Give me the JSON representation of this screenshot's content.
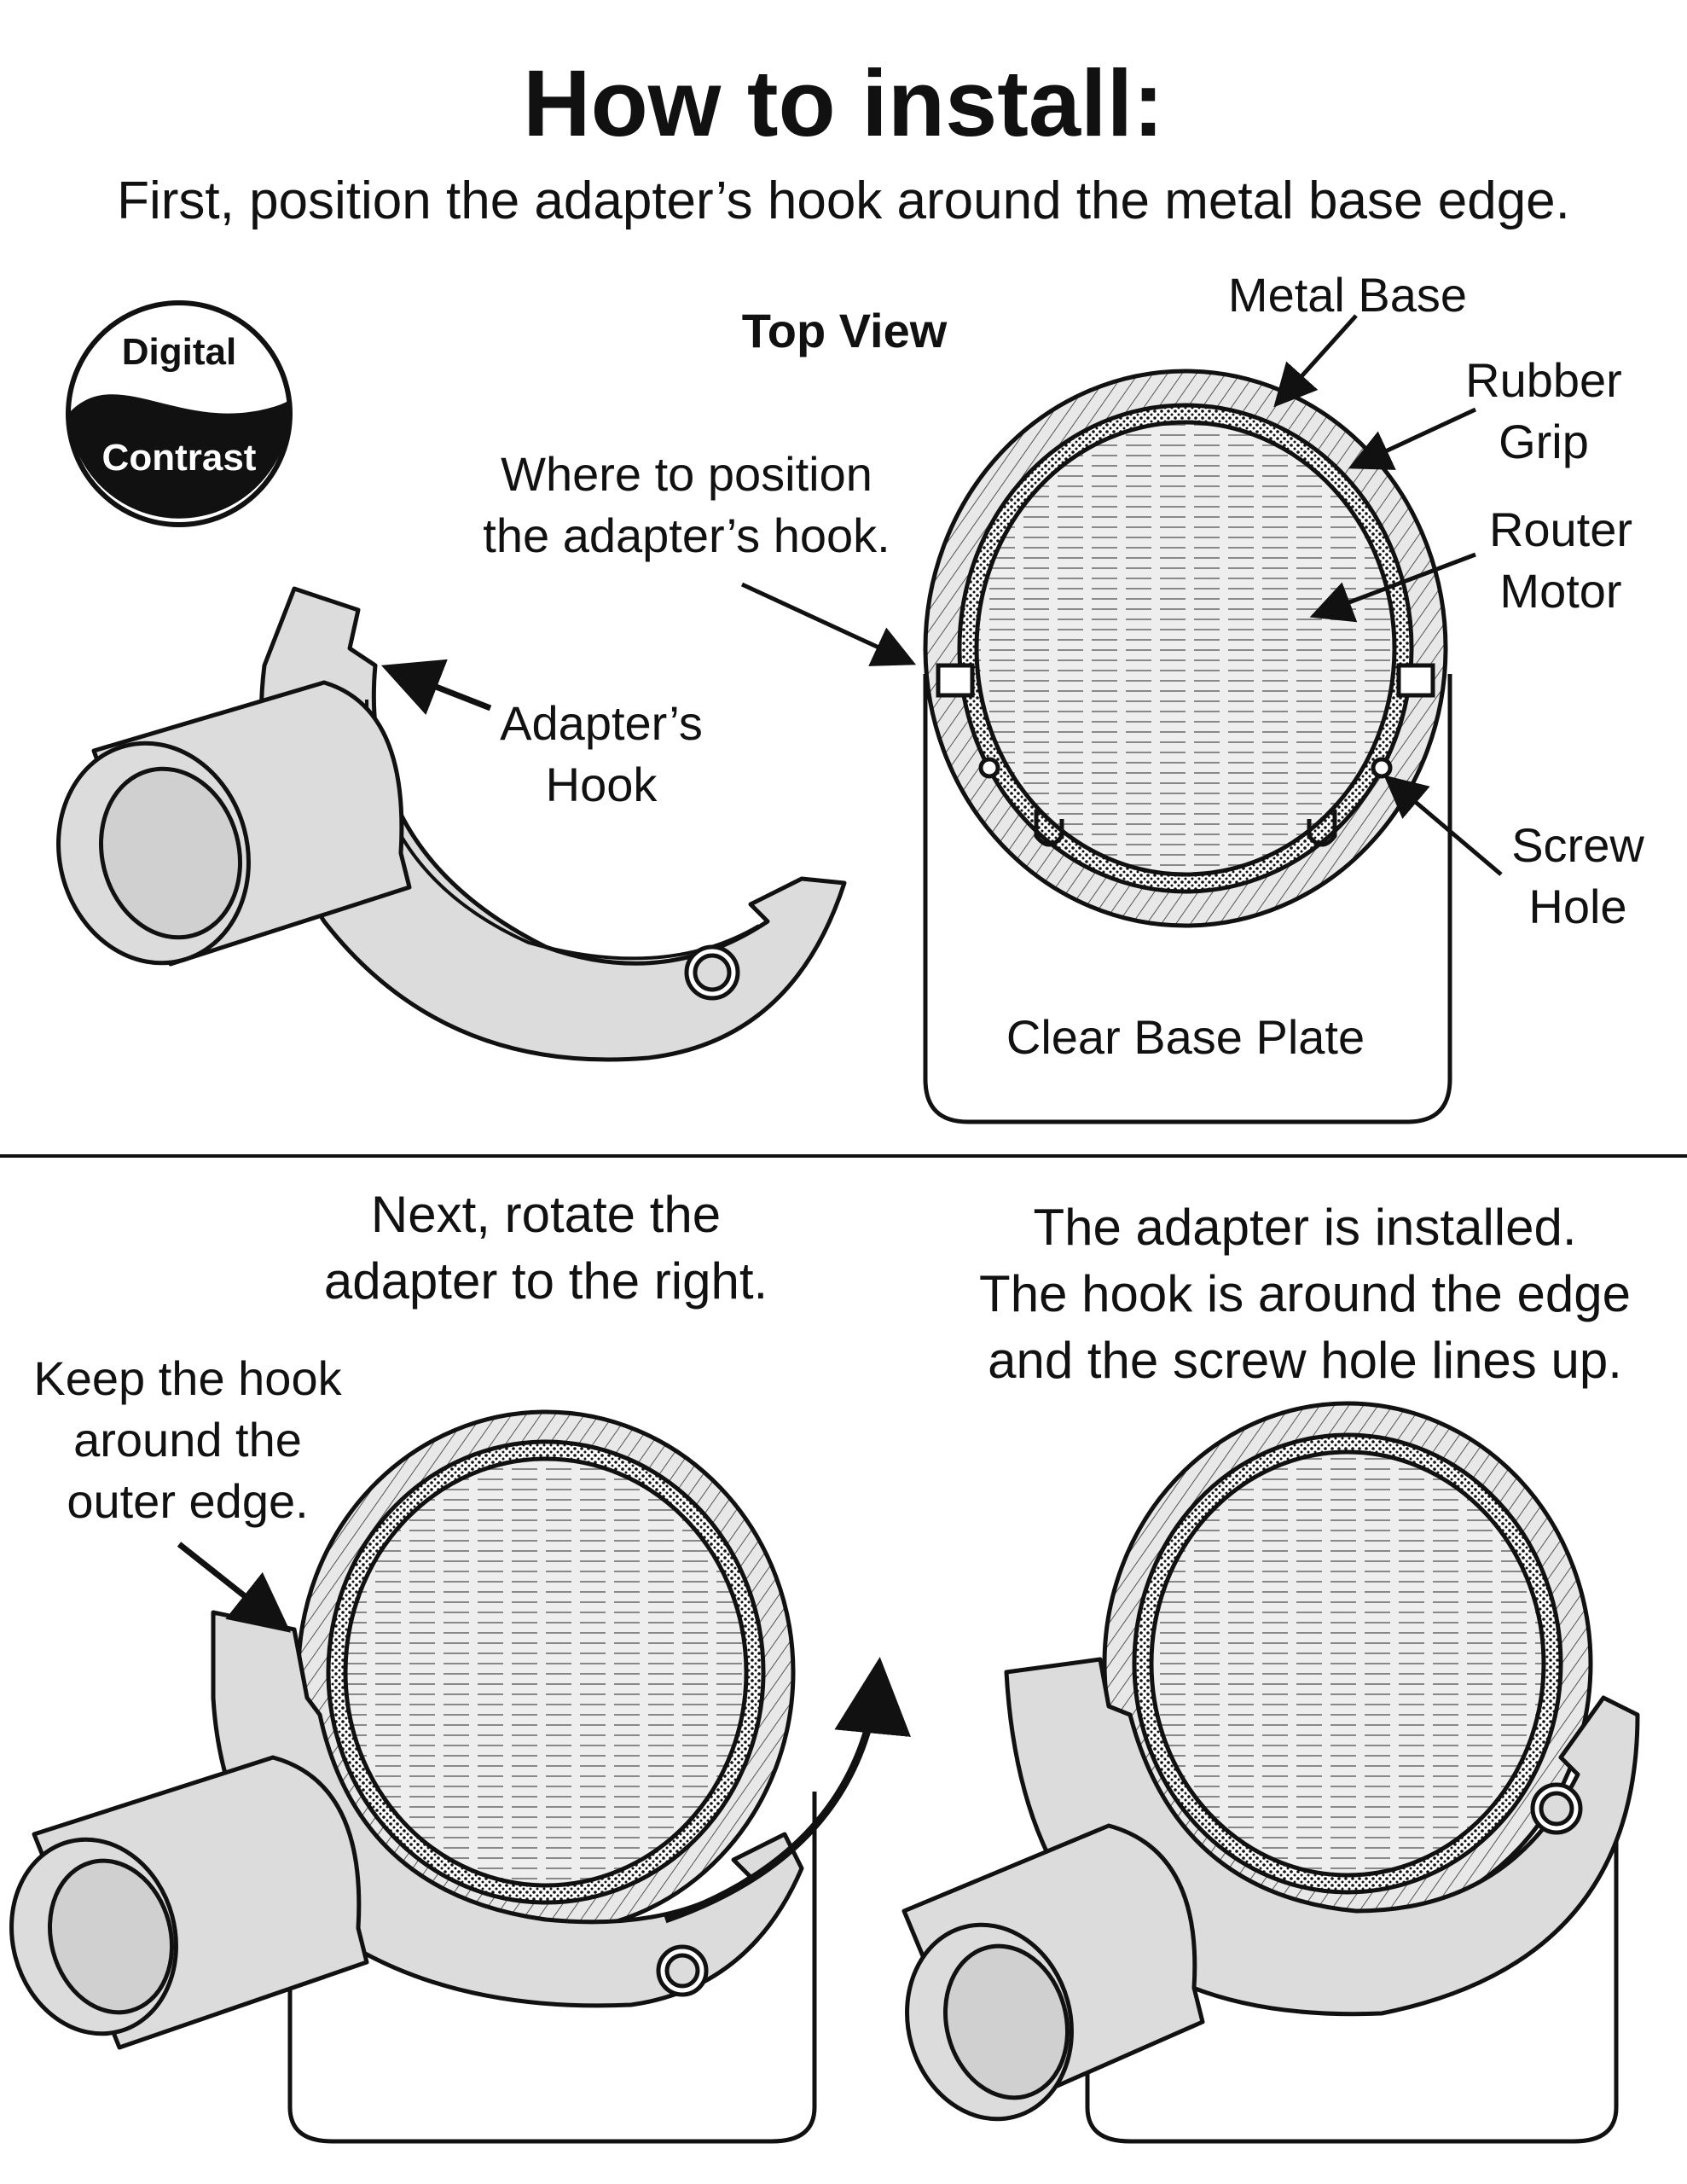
{
  "title": "How to install:",
  "subtitle": "First, position the adapter’s hook around the metal base edge.",
  "logo": {
    "top_word": "Digital",
    "bottom_word": "Contrast"
  },
  "step1": {
    "top_view_label": "Top View",
    "metal_base_label": "Metal Base",
    "rubber_grip_label": [
      "Rubber",
      "Grip"
    ],
    "router_motor_label": [
      "Router",
      "Motor"
    ],
    "screw_hole_label": [
      "Screw",
      "Hole"
    ],
    "clear_base_plate_label": "Clear Base Plate",
    "where_to_position_label": [
      "Where to position",
      "the adapter’s hook."
    ],
    "adapters_hook_label": [
      "Adapter’s",
      "Hook"
    ]
  },
  "step2": {
    "instruction": [
      "Next, rotate the",
      "adapter to the right."
    ],
    "keep_hook_note": [
      "Keep the hook",
      "around the",
      "outer edge."
    ]
  },
  "step3": {
    "instruction": [
      "The adapter is installed.",
      "The hook is around the edge",
      "and the screw hole lines up."
    ]
  }
}
